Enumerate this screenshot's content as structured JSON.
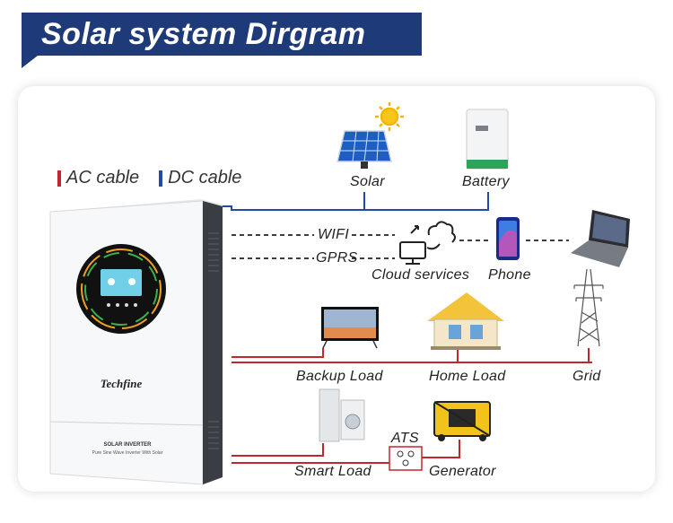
{
  "title": "Solar system Dirgram",
  "legend": {
    "ac": "AC cable",
    "dc": "DC cable"
  },
  "colors": {
    "banner": "#1e3a78",
    "ac": "#c0282d",
    "dc": "#1f4aa8",
    "comm": "#222222"
  },
  "inverter": {
    "brand": "Techfine",
    "model": "SOLAR INVERTER",
    "subtitle": "Pure Sine Wave Inverter With Solar"
  },
  "labels": {
    "solar": "Solar",
    "battery": "Battery",
    "wifi": "WIFI",
    "gprs": "GPRS",
    "cloud": "Cloud services",
    "phone": "Phone",
    "backup": "Backup Load",
    "home": "Home Load",
    "grid": "Grid",
    "smart": "Smart Load",
    "ats": "ATS",
    "generator": "Generator"
  },
  "icons": [
    "solar-panel-icon",
    "sun-icon",
    "battery-icon",
    "cloud-services-icon",
    "phone-icon",
    "laptop-icon",
    "grid-tower-icon",
    "tv-icon",
    "house-icon",
    "washing-machine-icon",
    "generator-icon",
    "ats-switch-icon"
  ]
}
